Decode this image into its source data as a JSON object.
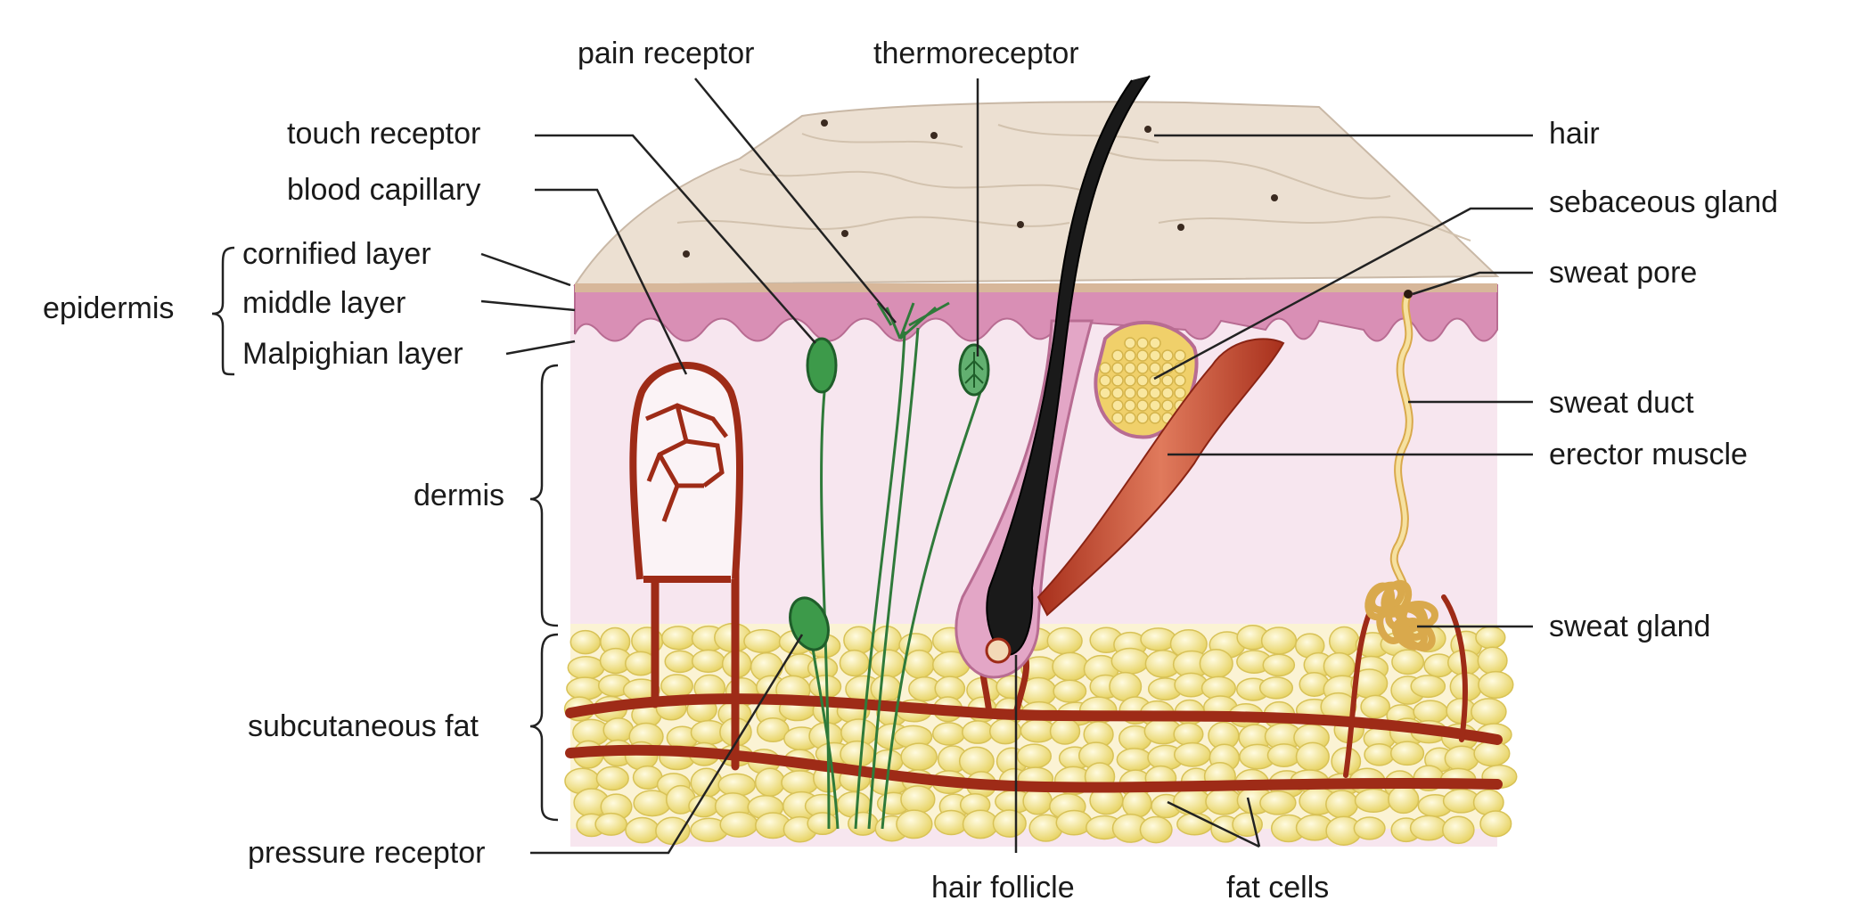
{
  "labels": {
    "pain_receptor": "pain receptor",
    "thermoreceptor": "thermoreceptor",
    "touch_receptor": "touch receptor",
    "blood_capillary": "blood capillary",
    "cornified_layer": "cornified layer",
    "middle_layer": "middle layer",
    "malpighian_layer": "Malpighian layer",
    "epidermis": "epidermis",
    "dermis": "dermis",
    "subcutaneous_fat": "subcutaneous fat",
    "pressure_receptor": "pressure receptor",
    "hair_follicle": "hair follicle",
    "fat_cells": "fat cells",
    "hair": "hair",
    "sebaceous_gland": "sebaceous gland",
    "sweat_pore": "sweat pore",
    "sweat_duct": "sweat duct",
    "erector_muscle": "erector muscle",
    "sweat_gland": "sweat gland"
  },
  "colors": {
    "surface": "#ece0d2",
    "epidermis": "#d98fb5",
    "dermis": "#f7e6ef",
    "fat": "#f2e48e",
    "vessel": "#9e2b17",
    "hair": "#1a1a1a",
    "muscle": "#c0432a",
    "receptor": "#3d9a4a",
    "nerve": "#2f7a3a",
    "sweat": "#e8c26a"
  }
}
